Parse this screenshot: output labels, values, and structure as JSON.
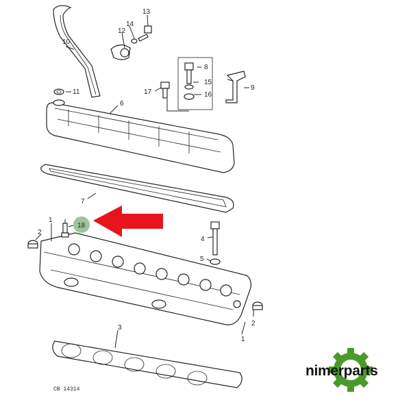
{
  "diagram": {
    "callouts": {
      "p1": "1",
      "p1b": "1",
      "p2": "2",
      "p2b": "2",
      "p3": "3",
      "p4": "4",
      "p5": "5",
      "p6": "6",
      "p7": "7",
      "p8": "8",
      "p9": "9",
      "p10": "10",
      "p11": "11",
      "p12": "12",
      "p13": "13",
      "p14": "14",
      "p15": "15",
      "p16": "16",
      "p17": "17",
      "p18": "18"
    },
    "caption": "CB 14314",
    "highlight_color": "#9dc49a",
    "arrow_color": "#e8141c"
  },
  "brand": {
    "name": "nimerparts",
    "gear_color": "#4a9a2a"
  }
}
